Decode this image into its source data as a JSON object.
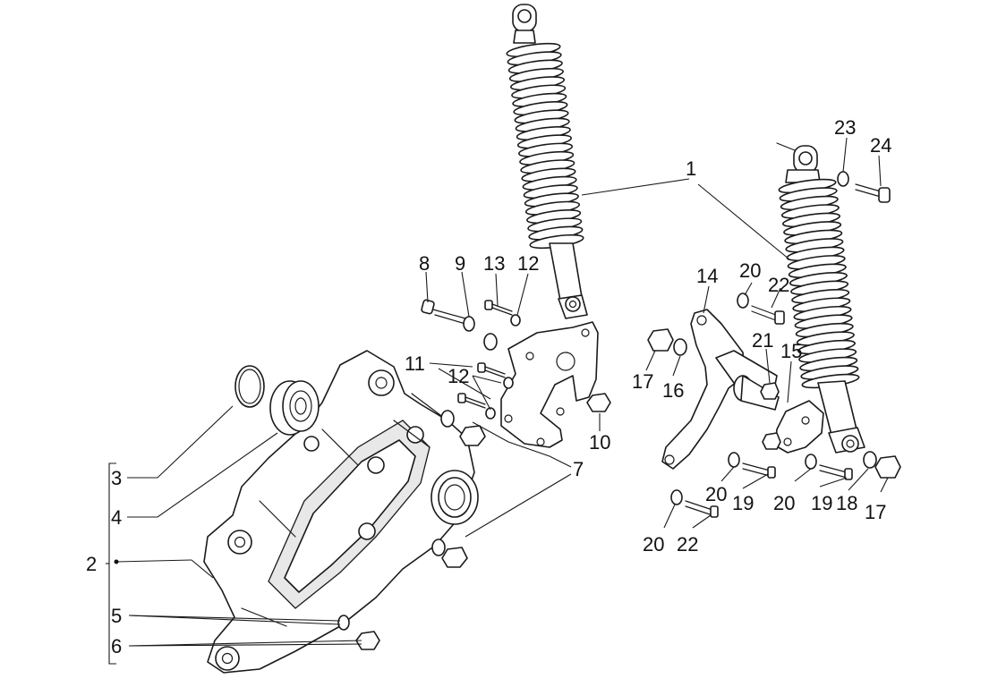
{
  "diagram": {
    "callouts": [
      {
        "id": "c1",
        "text": "1"
      },
      {
        "id": "c2",
        "text": "2"
      },
      {
        "id": "c3",
        "text": "3"
      },
      {
        "id": "c4",
        "text": "4"
      },
      {
        "id": "c5",
        "text": "5"
      },
      {
        "id": "c6",
        "text": "6"
      },
      {
        "id": "c7",
        "text": "7"
      },
      {
        "id": "c8",
        "text": "8"
      },
      {
        "id": "c9",
        "text": "9"
      },
      {
        "id": "c10",
        "text": "10"
      },
      {
        "id": "c11",
        "text": "11"
      },
      {
        "id": "c12a",
        "text": "12"
      },
      {
        "id": "c12b",
        "text": "12"
      },
      {
        "id": "c13",
        "text": "13"
      },
      {
        "id": "c14",
        "text": "14"
      },
      {
        "id": "c15",
        "text": "15"
      },
      {
        "id": "c16",
        "text": "16"
      },
      {
        "id": "c17a",
        "text": "17"
      },
      {
        "id": "c17b",
        "text": "17"
      },
      {
        "id": "c18",
        "text": "18"
      },
      {
        "id": "c19a",
        "text": "19"
      },
      {
        "id": "c19b",
        "text": "19"
      },
      {
        "id": "c20a",
        "text": "20"
      },
      {
        "id": "c20b",
        "text": "20"
      },
      {
        "id": "c20c",
        "text": "20"
      },
      {
        "id": "c20d",
        "text": "20"
      },
      {
        "id": "c21",
        "text": "21"
      },
      {
        "id": "c22a",
        "text": "22"
      },
      {
        "id": "c22b",
        "text": "22"
      },
      {
        "id": "c23",
        "text": "23"
      },
      {
        "id": "c24",
        "text": "24"
      }
    ]
  }
}
